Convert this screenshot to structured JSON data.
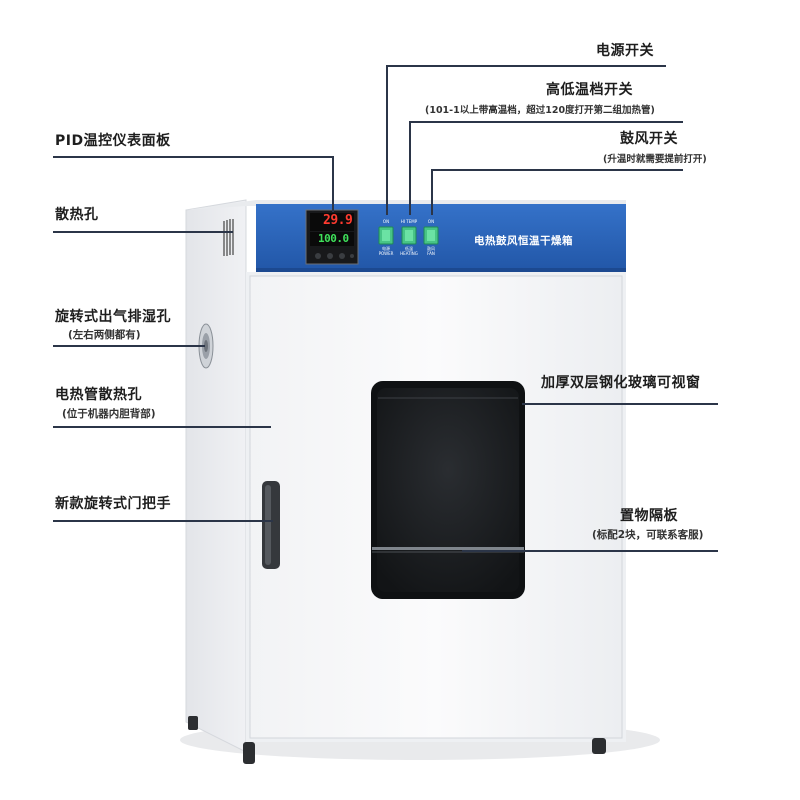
{
  "callouts": {
    "pid_panel": "PID温控仪表面板",
    "vents": "散热孔",
    "exhaust": "旋转式出气排湿孔",
    "exhaust_note": "(左右两侧都有)",
    "heater_vents": "电热管散热孔",
    "heater_vents_note": "(位于机器内胆背部)",
    "handle": "新款旋转式门把手",
    "power_switch": "电源开关",
    "temp_switch": "高低温档开关",
    "temp_switch_note": "(101-1以上带高温档，超过120度打开第二组加热管)",
    "blower_switch": "鼓风开关",
    "blower_switch_note": "(升温时就需要提前打开)",
    "window": "加厚双层钢化玻璃可视窗",
    "shelf": "置物隔板",
    "shelf_note": "(标配2块，可联系客服)"
  },
  "panel": {
    "title": "电热鼓风恒温干燥箱",
    "pv_value": "29.9",
    "sv_value": "100.0",
    "switches": [
      {
        "top": "ON",
        "bottom": "电源\nPOWER"
      },
      {
        "top": "HI TEMP",
        "bottom": "低温\nHEATING"
      },
      {
        "top": "ON",
        "bottom": "鼓风\nFAN"
      }
    ]
  },
  "colors": {
    "panel_blue": "#2a63b8",
    "switch_green": "#3fb67a",
    "cabinet": "#f4f5f7",
    "leader_line": "#2b3548"
  }
}
